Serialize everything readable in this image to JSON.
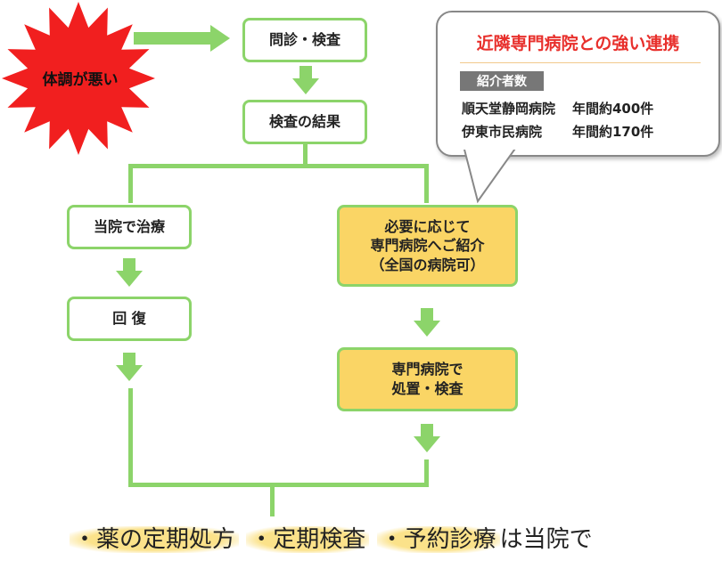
{
  "burst": {
    "label": "体調が悪い"
  },
  "nodes": {
    "consult": "問診・検査",
    "result": "検査の結果",
    "treat_here": "当院で治療",
    "recovery": "回 復",
    "referral_l1": "必要に応じて",
    "referral_l2": "専門病院へご紹介",
    "referral_l3": "（全国の病院可）",
    "special_l1": "専門病院で",
    "special_l2": "処置・検査"
  },
  "callout": {
    "title": "近隣専門病院との強い連携",
    "badge": "紹介者数",
    "rows": [
      {
        "hospital": "順天堂静岡病院",
        "count": "年間約400件"
      },
      {
        "hospital": "伊東市民病院",
        "count": "年間約170件"
      }
    ]
  },
  "footer": {
    "item1": "・薬の定期処方",
    "item2": "・定期検査",
    "item3": "・予約診療",
    "suffix": "は当院で"
  },
  "colors": {
    "arrow": "#8cd46a",
    "burst": "#f11f1f",
    "highlight": "#fad565",
    "title_red": "#e8302c"
  }
}
